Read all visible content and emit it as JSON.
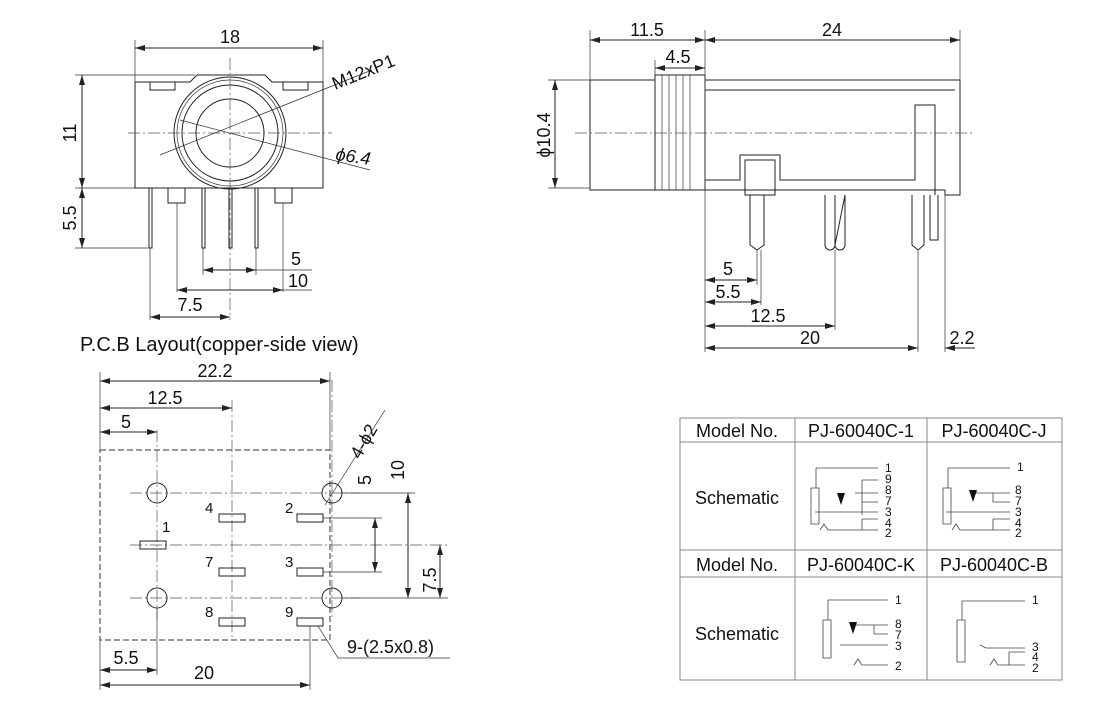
{
  "front_view": {
    "width": "18",
    "height": "11",
    "pin_length": "5.5",
    "thread": "M12xP1",
    "bore": "ϕ6.4",
    "pin_pitch_5": "5",
    "pin_pitch_10": "10",
    "pin_offset": "7.5"
  },
  "side_view": {
    "front_length": "11.5",
    "body_length": "24",
    "thread_length": "4.5",
    "diameter": "ϕ10.4",
    "pin_5": "5",
    "pin_5_5": "5.5",
    "pin_12_5": "12.5",
    "pin_20": "20",
    "pin_2_2": "2.2"
  },
  "pcb_layout": {
    "title": "P.C.B Layout(copper-side view)",
    "width": "22.2",
    "d_12_5": "12.5",
    "d_5": "5",
    "d_10": "10",
    "d_5v": "5",
    "d_7_5": "7.5",
    "holes": "4-ϕ2",
    "slots": "9-(2.5x0.8)",
    "d_5_5": "5.5",
    "d_20": "20",
    "pins": [
      "1",
      "4",
      "2",
      "7",
      "3",
      "8",
      "9"
    ]
  },
  "table": {
    "model_label": "Model No.",
    "schematic_label": "Schematic",
    "models": [
      "PJ-60040C-1",
      "PJ-60040C-J",
      "PJ-60040C-K",
      "PJ-60040C-B"
    ],
    "pins_1": [
      "1",
      "9",
      "8",
      "7",
      "3",
      "4",
      "2"
    ],
    "pins_j": [
      "1",
      "8",
      "7",
      "3",
      "4",
      "2"
    ],
    "pins_k": [
      "1",
      "8",
      "7",
      "3",
      "2"
    ],
    "pins_b": [
      "1",
      "3",
      "4",
      "2"
    ]
  }
}
